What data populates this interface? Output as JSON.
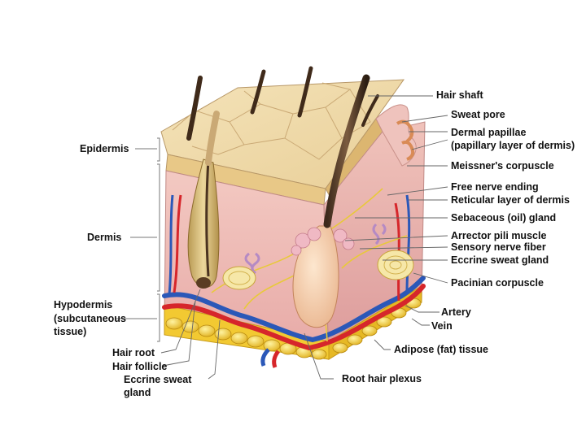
{
  "diagram": {
    "left_labels": {
      "epidermis": "Epidermis",
      "dermis": "Dermis",
      "hypodermis_line1": "Hypodermis",
      "hypodermis_line2": "(subcutaneous",
      "hypodermis_line3": "tissue)"
    },
    "bottom_labels": {
      "hair_root": "Hair root",
      "hair_follicle": "Hair follicle",
      "eccrine_gland_line1": "Eccrine sweat",
      "eccrine_gland_line2": "gland",
      "root_hair_plexus": "Root hair plexus",
      "adipose": "Adipose (fat) tissue",
      "vein": "Vein",
      "artery": "Artery"
    },
    "right_labels": {
      "hair_shaft": "Hair shaft",
      "sweat_pore": "Sweat pore",
      "dermal_papillae_line1": "Dermal papillae",
      "dermal_papillae_line2": "(papillary layer of dermis)",
      "meissner": "Meissner's corpuscle",
      "free_nerve": "Free nerve ending",
      "reticular": "Reticular layer of dermis",
      "sebaceous": "Sebaceous (oil) gland",
      "arrector": "Arrector pili muscle",
      "sensory_nerve": "Sensory nerve fiber",
      "eccrine_sweat_gland": "Eccrine sweat gland",
      "pacinian": "Pacinian corpuscle"
    }
  }
}
